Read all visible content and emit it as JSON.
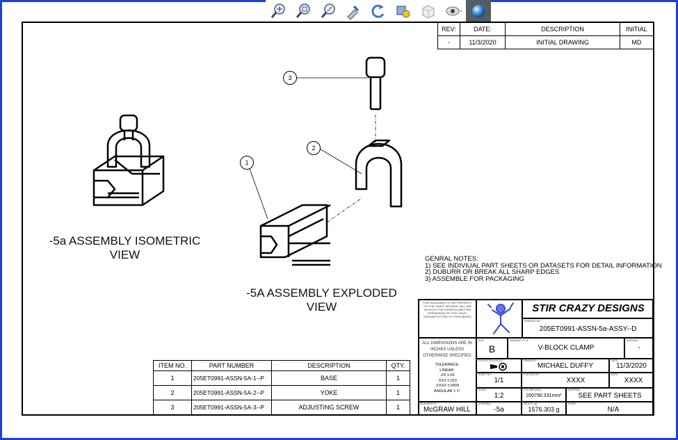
{
  "toolbar": {
    "icons": [
      "zoom-to-fit-icon",
      "zoom-to-area-icon",
      "zoom-in-out-icon",
      "pan-icon",
      "rotate-icon",
      "view-settings-icon",
      "display-style-icon",
      "hide-show-icon",
      "appearance-icon"
    ]
  },
  "revisions": {
    "headers": [
      "REV:",
      "DATE:",
      "DESCRIPTION",
      "INITIAL"
    ],
    "rows": [
      [
        "-",
        "11/3/2020",
        "INITIAL DRAWING",
        "MD"
      ]
    ]
  },
  "views": {
    "isometric_label": "-5a ASSEMBLY ISOMETRIC VIEW",
    "exploded_label": "-5A ASSEMBLY EXPLODED VIEW",
    "balloons": [
      "1",
      "2",
      "3"
    ]
  },
  "notes": {
    "title": "GENRAL NOTES:",
    "lines": [
      "1) SEE INDIVIUAL PART SHEETS OR DATASETS FOR DETAIL INFORMATION",
      "2) DUBURR OR BREAK ALL SHARP EDGES",
      "3) ASSEMBLE FOR PACKAGING"
    ]
  },
  "bom": {
    "headers": [
      "ITEM NO.",
      "PART NUMBER",
      "DESCRIPTION",
      "QTY."
    ],
    "rows": [
      [
        "1",
        "205ET0991-ASSN-5A-1--P",
        "BASE",
        "1"
      ],
      [
        "2",
        "205ET0991-ASSN-5A-2--P",
        "YOKE",
        "1"
      ],
      [
        "3",
        "205ET0991-ASSN-5A-3--P",
        "ADJUSTING SCREW",
        "1"
      ]
    ]
  },
  "title_block": {
    "proprietary": "THIS DOCUMENT IS THE PROPERTY OF STIR CRAZY DESIGNS. ANY USE WITHOUT THE EXPRESS WRITTEN PERMISSION OF STIR CRAZY DESIGNS IS STRICTLY PROHIBITED",
    "company": "STIR CRAZY DESIGNS",
    "drawing_no_caption": "DRAWING NO.",
    "drawing_no": "205ET0991-ASSN-5a-ASSY--D",
    "dims_note": "ALL DIMENSIONS ARE IN INCHES UNLESS OTHERWISE SPECIFIED",
    "tolerance": [
      "TOLERANCE:",
      "LINEAR:",
      ".XX ±.03",
      ".XXX ±.010",
      ".XXXX ±.0005",
      "ANGULAR ± 1°"
    ],
    "size_caption": "SIZE",
    "size": "B",
    "title_caption": "DRAWING TITLE",
    "title": "V-BLOCK CLAMP",
    "rev_caption": "REVISION",
    "rev": "-",
    "projection_caption": "PROJECTION ANGLE",
    "drawn_caption": "DRAWN BY",
    "drawn_by": "MICHAEL DUFFY",
    "date_caption": "DATE",
    "date": "11/3/2020",
    "sheet_caption": "SHEET NO.",
    "sheet": "1/1",
    "checked_caption": "CHECKED BY",
    "checked_by": "XXXX",
    "date2_caption": "DATE",
    "date2": "XXXX",
    "scale_caption": "SCALE",
    "scale": "1:2",
    "volume_caption": "VOLUME (mm³)",
    "volume": "200790.331mm³",
    "material_caption": "MATERIAL",
    "material": "SEE PART SHEETS",
    "designer_caption": "DESIGNED BY",
    "designer": "McGRAW HILL",
    "assembly_caption": "ASSEMBLY",
    "assembly": "-5a",
    "weight_caption": "WEIGHT (g)",
    "weight": "1576.303 g",
    "finish_caption": "FINISH",
    "finish": "N/A"
  },
  "colors": {
    "window_border": "#1e3fd8",
    "logo_blue": "#3a49c9",
    "active_tool": "#555c66"
  }
}
